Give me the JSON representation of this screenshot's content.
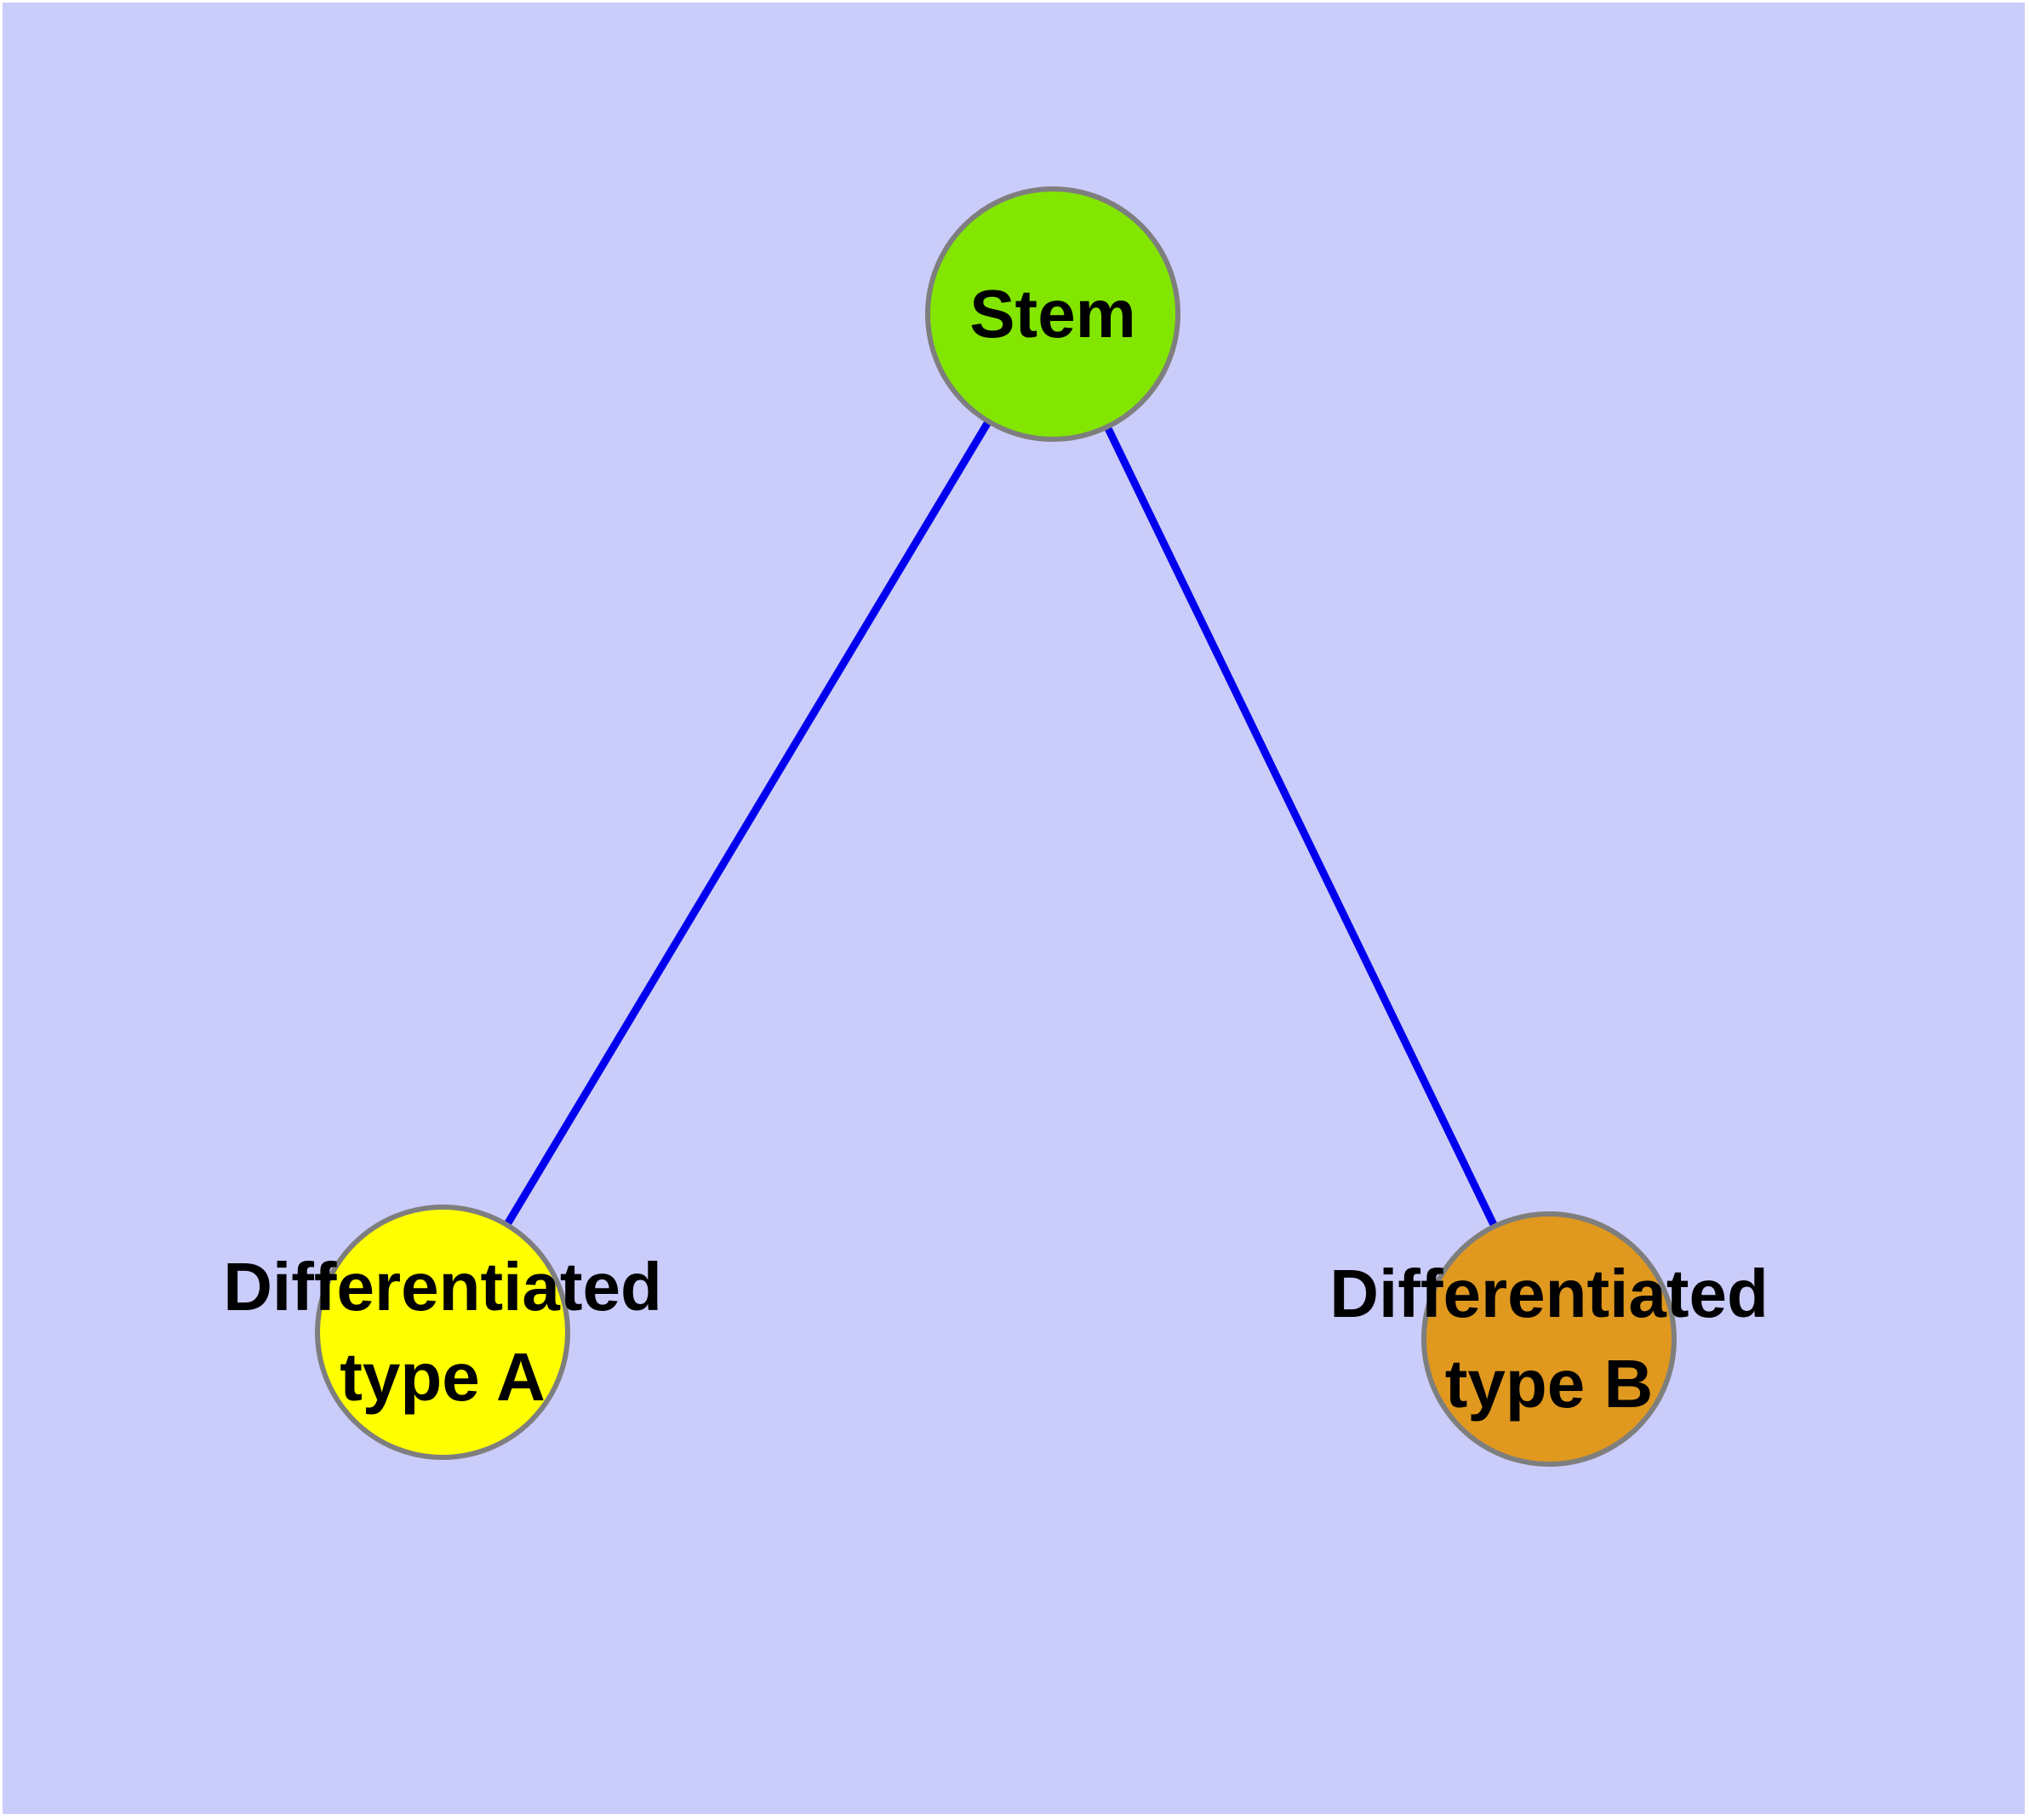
{
  "diagram": {
    "type": "node-link-graph",
    "background_color": "#CACCFA",
    "page_margin_color": "#FFFFFF",
    "edge_color": "#0000EE",
    "node_border_color": "#7E7E7E",
    "label_color": "#000000",
    "nodes": {
      "stem": {
        "label": "Stem",
        "fill": "#82E600"
      },
      "type_a": {
        "label_line1": "Differentiated",
        "label_line2": "type A",
        "fill": "#FFFF00"
      },
      "type_b": {
        "label_line1": "Differentiated",
        "label_line2": "type B",
        "fill": "#E0991E"
      }
    },
    "edges": [
      {
        "name": "stem-to-type-a",
        "from": "Stem",
        "to": "Differentiated type A"
      },
      {
        "name": "stem-to-type-b",
        "from": "Stem",
        "to": "Differentiated type B"
      }
    ]
  }
}
